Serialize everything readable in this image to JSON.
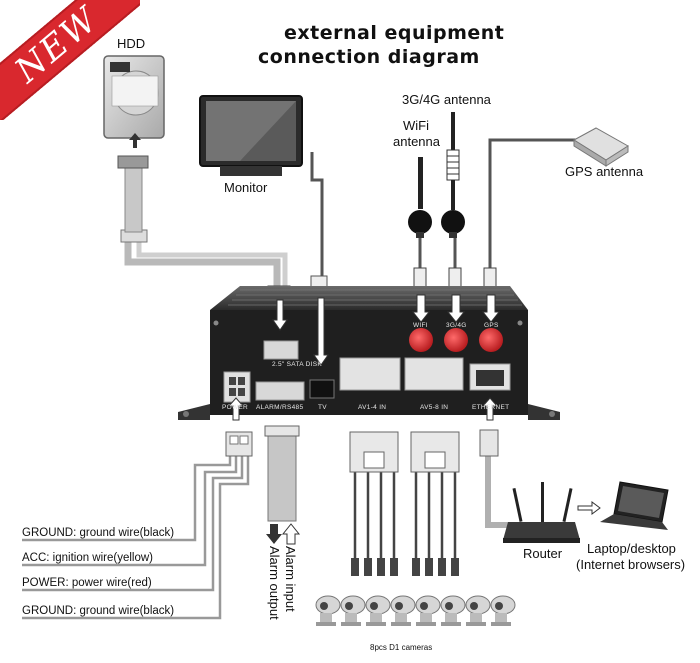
{
  "badge": "NEW",
  "title": {
    "line1": "external equipment",
    "line2": "connection diagram"
  },
  "labels": {
    "hdd": "HDD",
    "monitor": "Monitor",
    "antenna_3g4g": "3G/4G antenna",
    "wifi_antenna_line1": "WiFi",
    "wifi_antenna_line2": "antenna",
    "gps_antenna": "GPS antenna",
    "router": "Router",
    "laptop_line1": "Laptop/desktop",
    "laptop_line2": "(Internet browsers)",
    "alarm_input": "Alarm input",
    "alarm_output": "Alarm output",
    "cameras": "8pcs D1 cameras"
  },
  "panel": {
    "sata": "2.5\" SATA DISK",
    "power": "POWER",
    "alarm": "ALARM/RS485",
    "tv": "TV",
    "av14": "AV1-4 IN",
    "av58": "AV5-8 IN",
    "ethernet": "ETHERNET",
    "wifi": "WIFI",
    "port3g4g": "3G/4G",
    "gps": "GPS"
  },
  "wires": [
    {
      "label": "GROUND: ground wire(black)"
    },
    {
      "label": "ACC: ignition wire(yellow)"
    },
    {
      "label": "POWER: power wire(red)"
    },
    {
      "label": "GROUND:  ground wire(black)"
    }
  ],
  "colors": {
    "badge": "#d9282e",
    "device": "#1f1f1f",
    "connector_red": "#d4282c",
    "cable_gray": "#9a9a9a"
  },
  "icons": [
    "hdd-icon",
    "monitor-icon",
    "gps-antenna-icon",
    "wifi-antenna-icon",
    "antenna-3g4g-icon",
    "router-icon",
    "laptop-icon",
    "camera-icon",
    "arrow-up-icon",
    "arrow-down-icon"
  ]
}
